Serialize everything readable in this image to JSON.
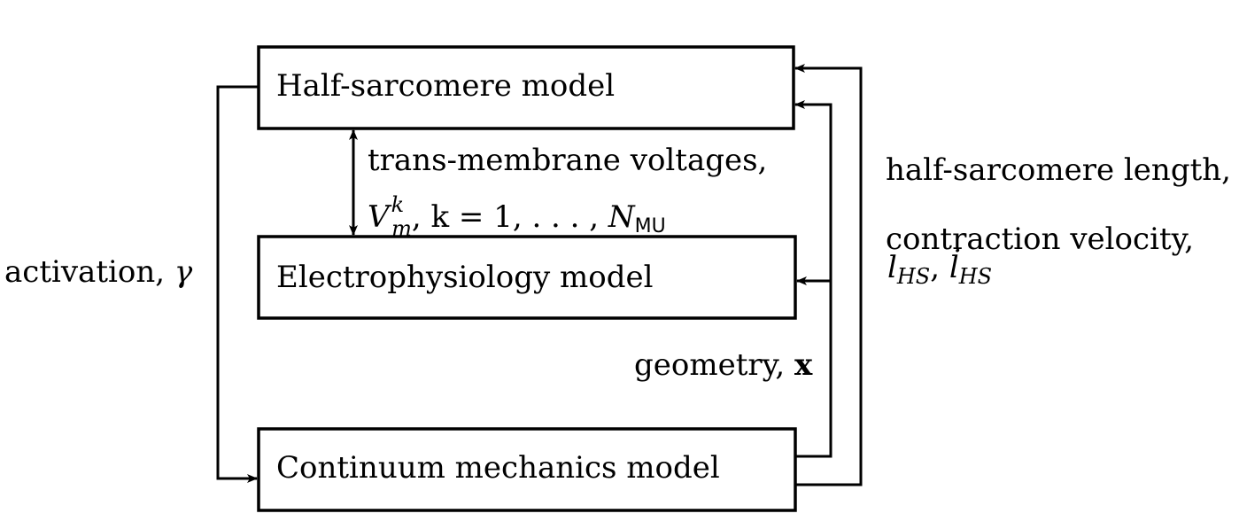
{
  "boxes": {
    "half_sarcomere": {
      "label": "Half-sarcomere model",
      "color": "#999900"
    },
    "electrophysiology": {
      "label": "Electrophysiology model",
      "color": "#ff0000"
    },
    "continuum": {
      "label": "Continuum mechanics model",
      "color": "#008800"
    }
  },
  "labels": {
    "voltages_line1": "trans-membrane voltages,",
    "voltages_V": "V",
    "voltages_sup": "k",
    "voltages_sub": "m",
    "voltages_rest": ", k = 1, . . . , ",
    "voltages_N": "N",
    "voltages_Nsub": "MU",
    "activation": "activation, ",
    "activation_symbol": "γ",
    "geometry": "geometry, ",
    "geometry_symbol": "x",
    "hs_line1": "half-sarcomere length,",
    "hs_line2": "contraction velocity,",
    "hs_l": "l",
    "hs_sub": "HS",
    "hs_comma": ", ",
    "hs_ldot": "l̇"
  }
}
